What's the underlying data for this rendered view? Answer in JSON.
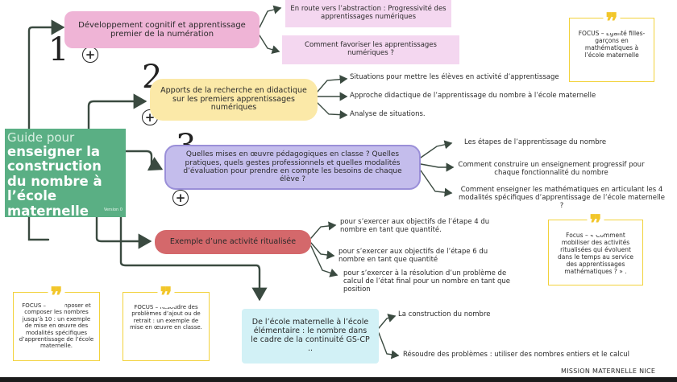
{
  "title": {
    "light": "Guide pour",
    "main": "enseigner la construction du nombre à l’école maternelle",
    "version": "Version 0"
  },
  "branches": [
    {
      "number": "1",
      "label": "Développement cognitif et apprentissage premier de la numération",
      "children": [
        "En route vers l’abstraction : Progressivité des apprentissages numériques",
        "Comment favoriser les apprentissages numériques ?"
      ]
    },
    {
      "number": "2",
      "label": "Apports de la recherche en didactique sur les premiers apprentissages numériques",
      "children": [
        "Situations pour mettre les élèves en activité d’apprentissage",
        "Approche didactique de l’apprentissage du nombre à l’école maternelle",
        "Analyse de situations."
      ]
    },
    {
      "number": "3",
      "label": "Quelles mises en œuvre pédagogiques en classe ? Quelles pratiques, quels gestes professionnels et quelles modalités d’évaluation pour prendre en compte les besoins de chaque élève ?",
      "children": [
        "Les étapes de l’apprentissage du nombre",
        "Comment construire un enseignement progressif pour chaque fonctionnalité du nombre",
        "Comment enseigner les mathématiques en articulant les 4 modalités spécifiques d’apprentissage de l’école maternelle ?"
      ]
    },
    {
      "label": "Exemple d’une activité ritualisée",
      "children": [
        "pour s’exercer aux objectifs de l’étape 4 du nombre en tant que quantité.",
        "pour s’exercer aux objectifs de l’étape 6 du nombre en tant que quantité",
        "pour s’exercer à la résolution d’un problème de calcul de l’état final pour un nombre en tant que position"
      ]
    },
    {
      "label": "De l’école maternelle à l’école élémentaire : le nombre dans le cadre de la continuité GS-CP ..",
      "children": [
        "La construction du nombre",
        "Résoudre des problèmes : utiliser des nombres entiers et le calcul"
      ]
    }
  ],
  "focus": [
    "FOCUS – Égalité filles-garçons en mathématiques à l’école maternelle",
    "Focus – « Comment mobiliser des activités ritualisées qui évoluent dans le temps au service des apprentissages mathématiques ? » .",
    "FOCUS – Décomposer et composer les nombres jusqu’à 10 : un exemple de mise en œuvre des modalités spécifiques d’apprentissage de l’école maternelle.",
    "FOCUS – Résoudre des problèmes d’ajout ou de retrait : un exemple de mise en œuvre en classe."
  ],
  "plus_symbol": "+",
  "quote_symbol": "❞",
  "footer": "MISSION MATERNELLE NICE",
  "colors": {
    "green_title": "#5aaf84",
    "pink_node": "#efb4d6",
    "yellow_node": "#fbe9a8",
    "violet_node": "#c4bdec",
    "red_node": "#d4686b",
    "cyan_node": "#d2f1f6",
    "focus_border": "#f2d23b",
    "connector": "#3a4a40"
  }
}
